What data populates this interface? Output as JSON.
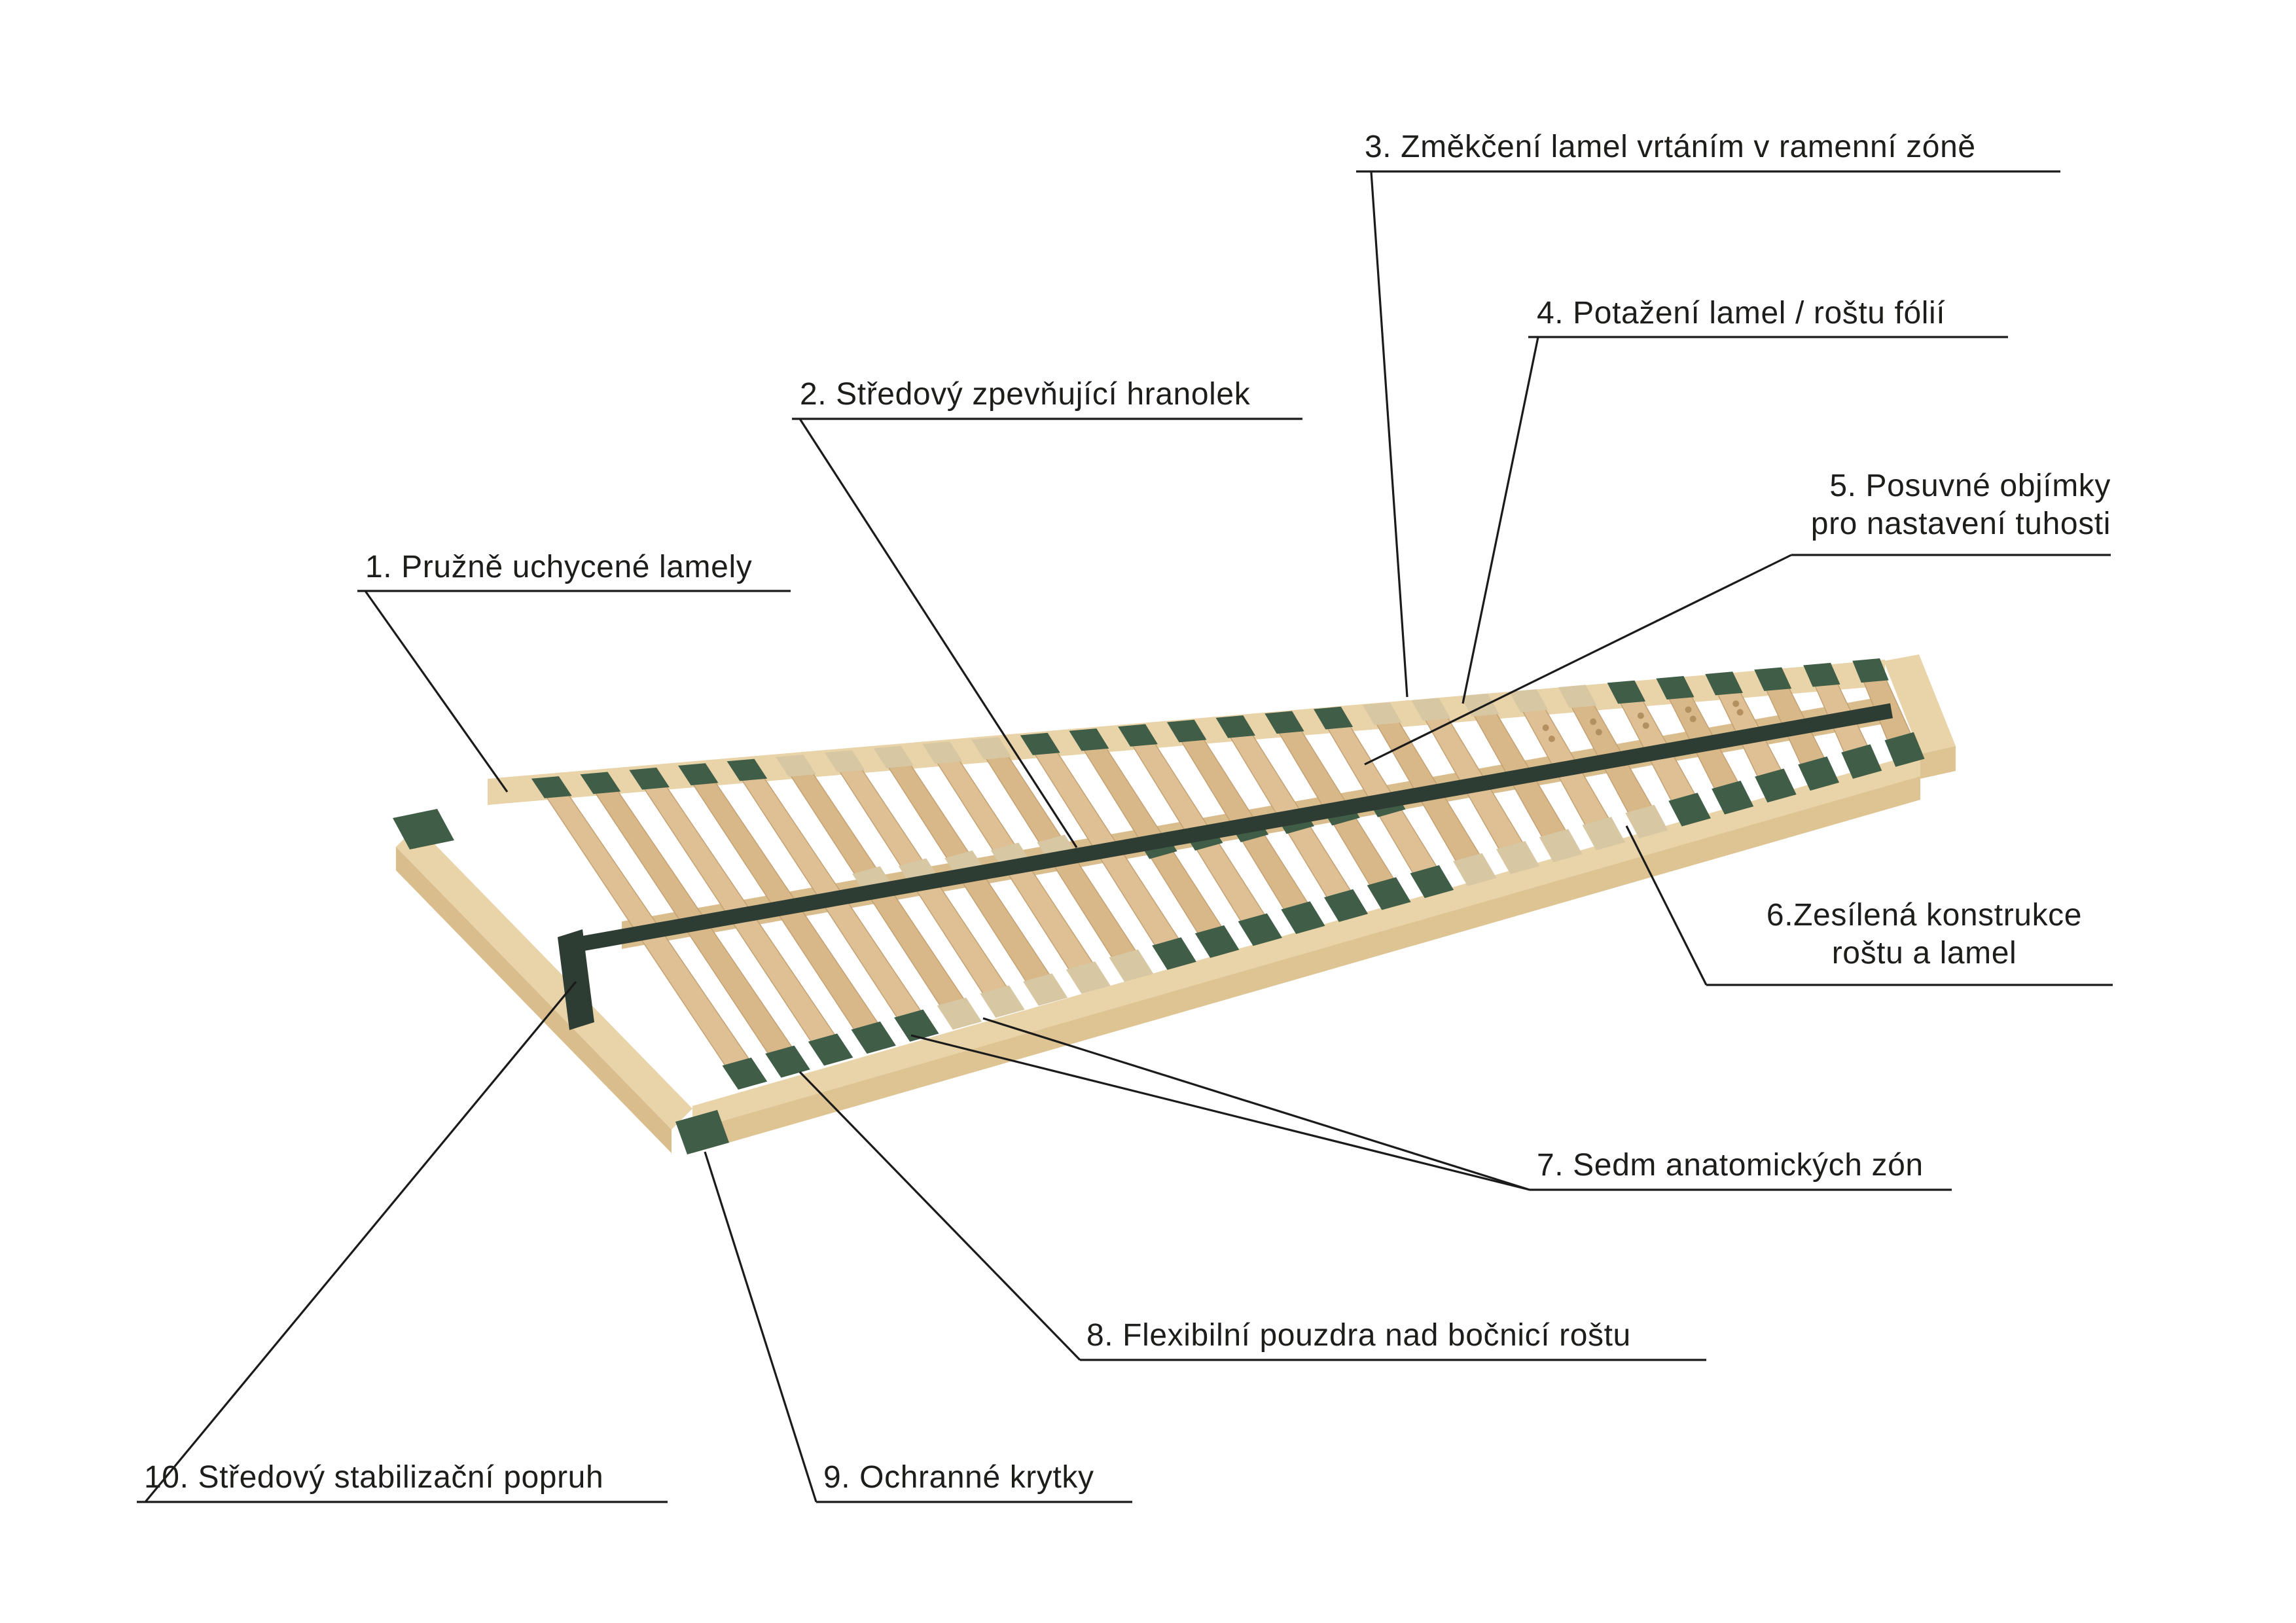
{
  "page": {
    "background": "#ffffff"
  },
  "labels": {
    "l1": "1. Pružně uchycené lamely",
    "l2": "2. Středový zpevňující hranolek",
    "l3": "3. Změkčení lamel vrtáním v ramenní zóně",
    "l4": "4. Potažení lamel / roštu fólií",
    "l5_line1": "5. Posuvné objímky",
    "l5_line2": "pro nastavení tuhosti",
    "l6_line1": "6.Zesílená konstrukce",
    "l6_line2": "roštu a lamel",
    "l7": "7. Sedm anatomických zón",
    "l8": "8. Flexibilní pouzdra nad bočnicí roštu",
    "l9": "9. Ochranné krytky",
    "l10": "10. Středový stabilizační  popruh"
  },
  "colors": {
    "text": "#1d1d1b",
    "line": "#1b1b1b",
    "wood_frame_top": "#e9d3a8",
    "wood_frame_face": "#dfc493",
    "wood_rail_side": "#d9bd8d",
    "slat_a": "#d8b788",
    "slat_b": "#dfc094",
    "slat_edge": "#c3a173",
    "cap_green": "#3f5d47",
    "cap_beige": "#d7c7a3",
    "strap": "#2e3d33",
    "hole": "#b3905f"
  },
  "diagram": {
    "subject": "slatted-bed-base",
    "slat_count": 28,
    "cap_pattern": "gggggbbbbbgggggggbbbbbgggggg",
    "mid_green_slats": [
      11,
      12,
      13,
      14,
      15,
      16
    ],
    "mid_beige_slats": [
      5,
      6,
      7,
      8,
      9
    ],
    "drilled_slats": [
      20,
      21,
      22,
      23,
      24
    ]
  }
}
